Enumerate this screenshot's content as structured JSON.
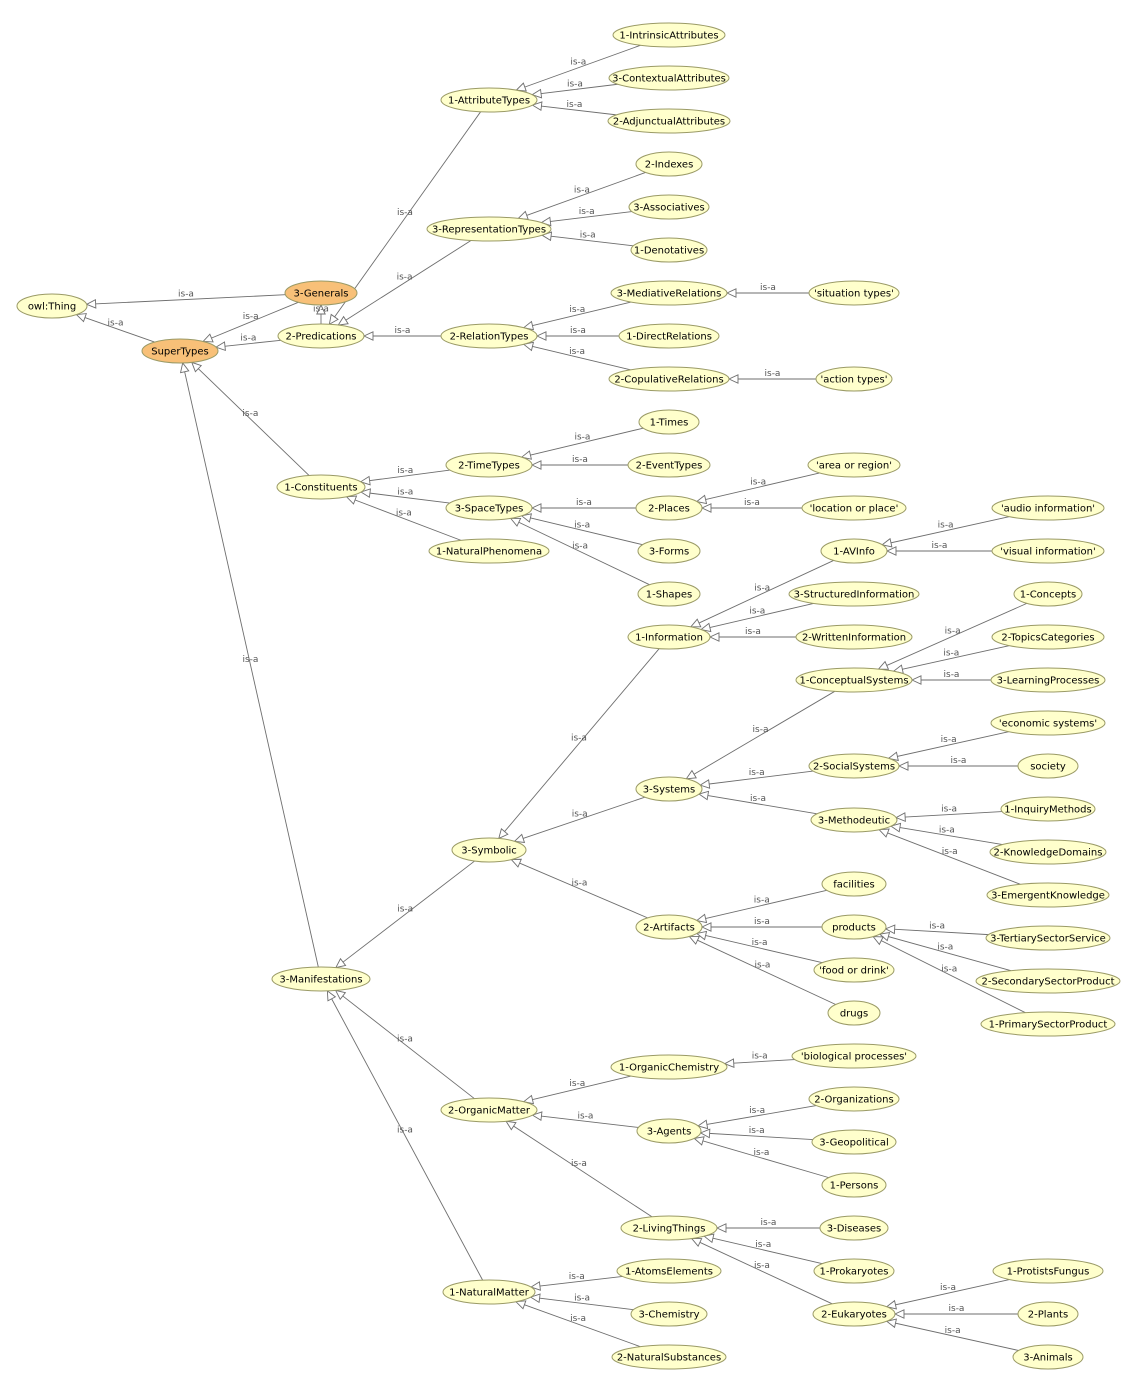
{
  "colors": {
    "node_fill": "#ffffcc",
    "highlight_fill": "#f8c078",
    "edge": "#6e6e6e",
    "background": "#ffffff"
  },
  "edge_label": "is-a",
  "nodes": [
    {
      "id": "owl",
      "label": "owl:Thing",
      "highlight": false
    },
    {
      "id": "super",
      "label": "SuperTypes",
      "highlight": true
    },
    {
      "id": "generals",
      "label": "3-Generals",
      "highlight": true
    },
    {
      "id": "pred",
      "label": "2-Predications",
      "highlight": false
    },
    {
      "id": "attr",
      "label": "1-AttributeTypes",
      "highlight": false
    },
    {
      "id": "intr",
      "label": "1-IntrinsicAttributes",
      "highlight": false
    },
    {
      "id": "cont",
      "label": "3-ContextualAttributes",
      "highlight": false
    },
    {
      "id": "adj",
      "label": "2-AdjunctualAttributes",
      "highlight": false
    },
    {
      "id": "rep",
      "label": "3-RepresentationTypes",
      "highlight": false
    },
    {
      "id": "idx",
      "label": "2-Indexes",
      "highlight": false
    },
    {
      "id": "assoc",
      "label": "3-Associatives",
      "highlight": false
    },
    {
      "id": "deno",
      "label": "1-Denotatives",
      "highlight": false
    },
    {
      "id": "rel",
      "label": "2-RelationTypes",
      "highlight": false
    },
    {
      "id": "med",
      "label": "3-MediativeRelations",
      "highlight": false
    },
    {
      "id": "sit",
      "label": "'situation types'",
      "highlight": false
    },
    {
      "id": "dir",
      "label": "1-DirectRelations",
      "highlight": false
    },
    {
      "id": "cop",
      "label": "2-CopulativeRelations",
      "highlight": false
    },
    {
      "id": "act",
      "label": "'action types'",
      "highlight": false
    },
    {
      "id": "const",
      "label": "1-Constituents",
      "highlight": false
    },
    {
      "id": "timet",
      "label": "2-TimeTypes",
      "highlight": false
    },
    {
      "id": "times",
      "label": "1-Times",
      "highlight": false
    },
    {
      "id": "event",
      "label": "2-EventTypes",
      "highlight": false
    },
    {
      "id": "space",
      "label": "3-SpaceTypes",
      "highlight": false
    },
    {
      "id": "places",
      "label": "2-Places",
      "highlight": false
    },
    {
      "id": "area",
      "label": "'area or region'",
      "highlight": false
    },
    {
      "id": "loc",
      "label": "'location or place'",
      "highlight": false
    },
    {
      "id": "forms",
      "label": "3-Forms",
      "highlight": false
    },
    {
      "id": "shapes",
      "label": "1-Shapes",
      "highlight": false
    },
    {
      "id": "natph",
      "label": "1-NaturalPhenomena",
      "highlight": false
    },
    {
      "id": "info",
      "label": "1-Information",
      "highlight": false
    },
    {
      "id": "avinfo",
      "label": "1-AVInfo",
      "highlight": false
    },
    {
      "id": "audio",
      "label": "'audio information'",
      "highlight": false
    },
    {
      "id": "visual",
      "label": "'visual information'",
      "highlight": false
    },
    {
      "id": "structinfo",
      "label": "3-StructuredInformation",
      "highlight": false
    },
    {
      "id": "written",
      "label": "2-WrittenInformation",
      "highlight": false
    },
    {
      "id": "concsys",
      "label": "1-ConceptualSystems",
      "highlight": false
    },
    {
      "id": "concepts",
      "label": "1-Concepts",
      "highlight": false
    },
    {
      "id": "topics",
      "label": "2-TopicsCategories",
      "highlight": false
    },
    {
      "id": "learn",
      "label": "3-LearningProcesses",
      "highlight": false
    },
    {
      "id": "systems",
      "label": "3-Systems",
      "highlight": false
    },
    {
      "id": "social",
      "label": "2-SocialSystems",
      "highlight": false
    },
    {
      "id": "econ",
      "label": "'economic systems'",
      "highlight": false
    },
    {
      "id": "society",
      "label": "society",
      "highlight": false
    },
    {
      "id": "method",
      "label": "3-Methodeutic",
      "highlight": false
    },
    {
      "id": "inquiry",
      "label": "1-InquiryMethods",
      "highlight": false
    },
    {
      "id": "knowdom",
      "label": "2-KnowledgeDomains",
      "highlight": false
    },
    {
      "id": "emerg",
      "label": "3-EmergentKnowledge",
      "highlight": false
    },
    {
      "id": "symbolic",
      "label": "3-Symbolic",
      "highlight": false
    },
    {
      "id": "artif",
      "label": "2-Artifacts",
      "highlight": false
    },
    {
      "id": "facil",
      "label": "facilities",
      "highlight": false
    },
    {
      "id": "products",
      "label": "products",
      "highlight": false
    },
    {
      "id": "tert",
      "label": "3-TertiarySectorService",
      "highlight": false
    },
    {
      "id": "second",
      "label": "2-SecondarySectorProduct",
      "highlight": false
    },
    {
      "id": "prim",
      "label": "1-PrimarySectorProduct",
      "highlight": false
    },
    {
      "id": "food",
      "label": "'food or drink'",
      "highlight": false
    },
    {
      "id": "drugs",
      "label": "drugs",
      "highlight": false
    },
    {
      "id": "manif",
      "label": "3-Manifestations",
      "highlight": false
    },
    {
      "id": "orgmat",
      "label": "2-OrganicMatter",
      "highlight": false
    },
    {
      "id": "orgchem",
      "label": "1-OrganicChemistry",
      "highlight": false
    },
    {
      "id": "bio",
      "label": "'biological processes'",
      "highlight": false
    },
    {
      "id": "agents",
      "label": "3-Agents",
      "highlight": false
    },
    {
      "id": "orgs",
      "label": "2-Organizations",
      "highlight": false
    },
    {
      "id": "geo",
      "label": "3-Geopolitical",
      "highlight": false
    },
    {
      "id": "persons",
      "label": "1-Persons",
      "highlight": false
    },
    {
      "id": "living",
      "label": "2-LivingThings",
      "highlight": false
    },
    {
      "id": "diseases",
      "label": "3-Diseases",
      "highlight": false
    },
    {
      "id": "prok",
      "label": "1-Prokaryotes",
      "highlight": false
    },
    {
      "id": "euk",
      "label": "2-Eukaryotes",
      "highlight": false
    },
    {
      "id": "protists",
      "label": "1-ProtistsFungus",
      "highlight": false
    },
    {
      "id": "plants",
      "label": "2-Plants",
      "highlight": false
    },
    {
      "id": "animals",
      "label": "3-Animals",
      "highlight": false
    },
    {
      "id": "natmat",
      "label": "1-NaturalMatter",
      "highlight": false
    },
    {
      "id": "atoms",
      "label": "1-AtomsElements",
      "highlight": false
    },
    {
      "id": "chem",
      "label": "3-Chemistry",
      "highlight": false
    },
    {
      "id": "natsub",
      "label": "2-NaturalSubstances",
      "highlight": false
    }
  ],
  "edges": [
    [
      "super",
      "owl"
    ],
    [
      "generals",
      "owl"
    ],
    [
      "generals",
      "super"
    ],
    [
      "pred",
      "super"
    ],
    [
      "pred",
      "generals"
    ],
    [
      "attr",
      "pred"
    ],
    [
      "intr",
      "attr"
    ],
    [
      "cont",
      "attr"
    ],
    [
      "adj",
      "attr"
    ],
    [
      "rep",
      "pred"
    ],
    [
      "idx",
      "rep"
    ],
    [
      "assoc",
      "rep"
    ],
    [
      "deno",
      "rep"
    ],
    [
      "rel",
      "pred"
    ],
    [
      "med",
      "rel"
    ],
    [
      "sit",
      "med"
    ],
    [
      "dir",
      "rel"
    ],
    [
      "cop",
      "rel"
    ],
    [
      "act",
      "cop"
    ],
    [
      "const",
      "super"
    ],
    [
      "timet",
      "const"
    ],
    [
      "times",
      "timet"
    ],
    [
      "event",
      "timet"
    ],
    [
      "space",
      "const"
    ],
    [
      "places",
      "space"
    ],
    [
      "area",
      "places"
    ],
    [
      "loc",
      "places"
    ],
    [
      "forms",
      "space"
    ],
    [
      "shapes",
      "space"
    ],
    [
      "natph",
      "const"
    ],
    [
      "manif",
      "super"
    ],
    [
      "symbolic",
      "manif"
    ],
    [
      "info",
      "symbolic"
    ],
    [
      "avinfo",
      "info"
    ],
    [
      "audio",
      "avinfo"
    ],
    [
      "visual",
      "avinfo"
    ],
    [
      "structinfo",
      "info"
    ],
    [
      "written",
      "info"
    ],
    [
      "systems",
      "symbolic"
    ],
    [
      "concsys",
      "systems"
    ],
    [
      "concepts",
      "concsys"
    ],
    [
      "topics",
      "concsys"
    ],
    [
      "learn",
      "concsys"
    ],
    [
      "social",
      "systems"
    ],
    [
      "econ",
      "social"
    ],
    [
      "society",
      "social"
    ],
    [
      "method",
      "systems"
    ],
    [
      "inquiry",
      "method"
    ],
    [
      "knowdom",
      "method"
    ],
    [
      "emerg",
      "method"
    ],
    [
      "artif",
      "symbolic"
    ],
    [
      "facil",
      "artif"
    ],
    [
      "products",
      "artif"
    ],
    [
      "tert",
      "products"
    ],
    [
      "second",
      "products"
    ],
    [
      "prim",
      "products"
    ],
    [
      "food",
      "artif"
    ],
    [
      "drugs",
      "artif"
    ],
    [
      "orgmat",
      "manif"
    ],
    [
      "orgchem",
      "orgmat"
    ],
    [
      "bio",
      "orgchem"
    ],
    [
      "agents",
      "orgmat"
    ],
    [
      "orgs",
      "agents"
    ],
    [
      "geo",
      "agents"
    ],
    [
      "persons",
      "agents"
    ],
    [
      "living",
      "orgmat"
    ],
    [
      "diseases",
      "living"
    ],
    [
      "prok",
      "living"
    ],
    [
      "euk",
      "living"
    ],
    [
      "protists",
      "euk"
    ],
    [
      "plants",
      "euk"
    ],
    [
      "animals",
      "euk"
    ],
    [
      "natmat",
      "manif"
    ],
    [
      "atoms",
      "natmat"
    ],
    [
      "chem",
      "natmat"
    ],
    [
      "natsub",
      "natmat"
    ]
  ]
}
